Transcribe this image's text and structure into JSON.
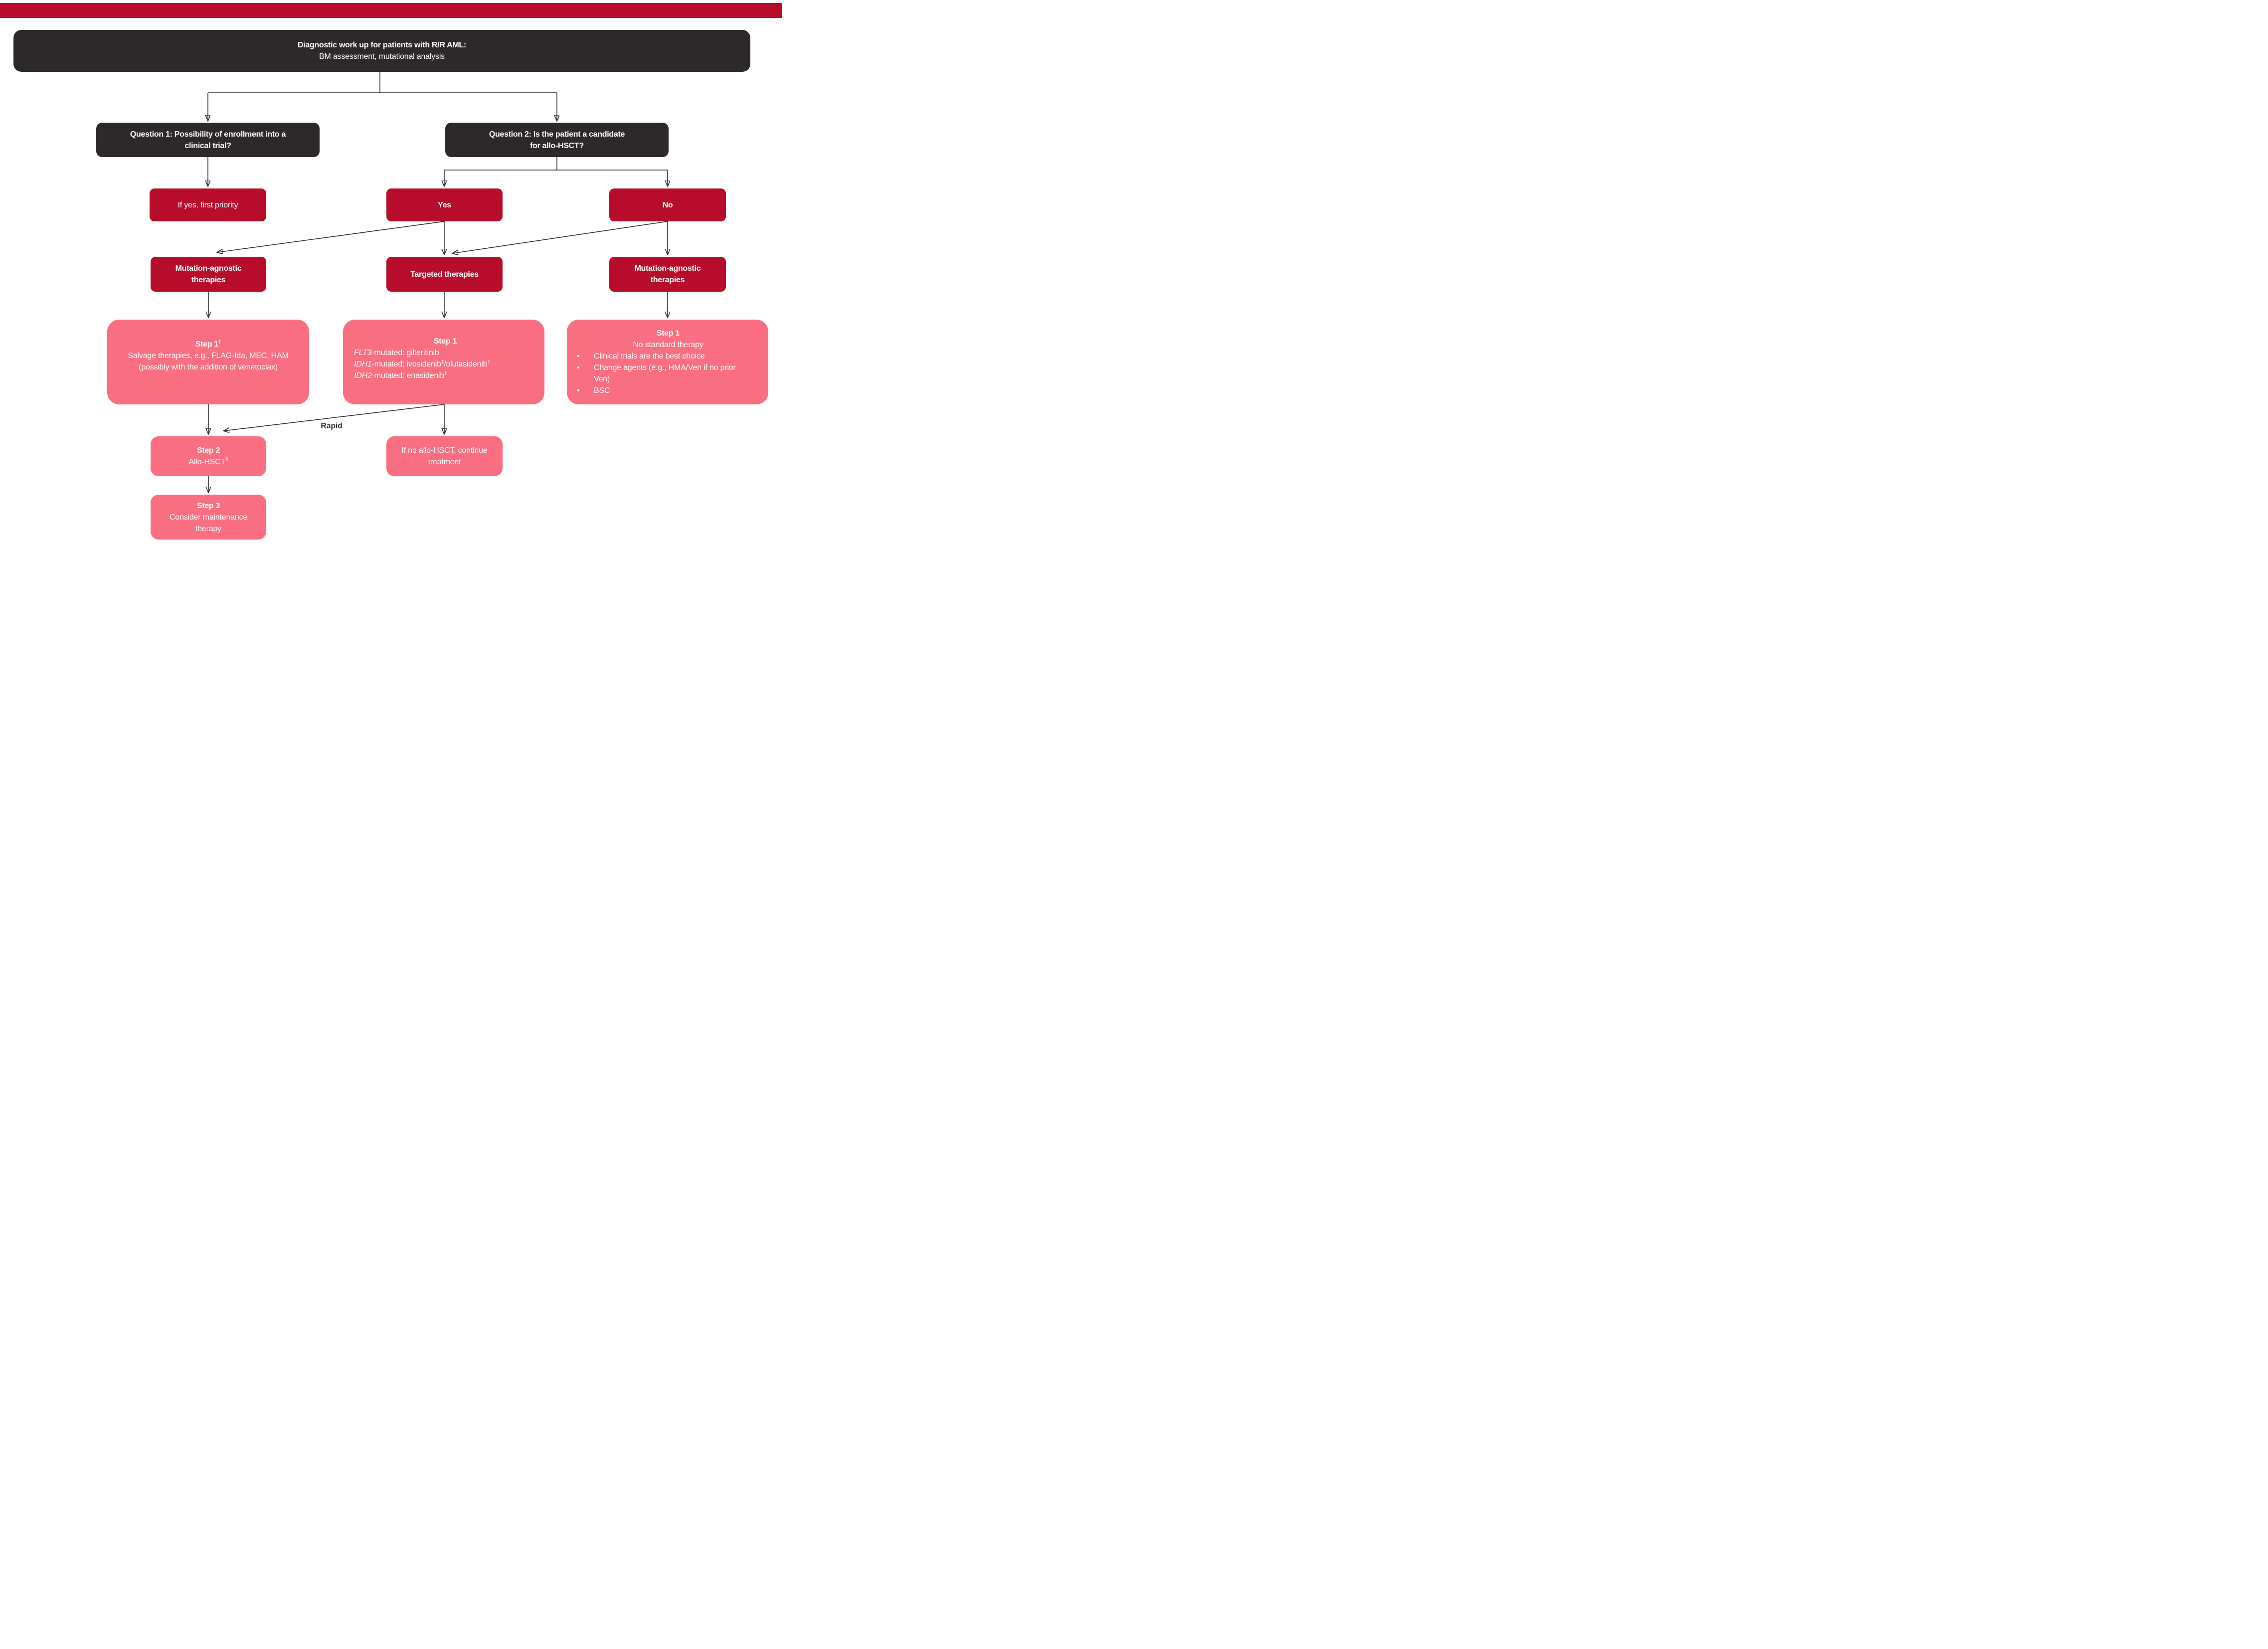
{
  "colors": {
    "crimson": "#B70D2B",
    "pink": "#F96E80",
    "dark": "#2D2829",
    "arrow": "#2F2F2F",
    "text_light": "#FFFFFF"
  },
  "header": {
    "title": "Diagnostic work up for patients with R/R AML:",
    "subtitle": "BM assessment, mutational analysis"
  },
  "question1": {
    "text_html": "Question 1: Possibility of enrollment into a<br>clinical trial?"
  },
  "question2": {
    "text_html": "Question 2: Is the patient a candidate<br>for allo-HSCT?"
  },
  "decision": {
    "if_yes": "If yes, first priority",
    "yes": "Yes",
    "no": "No"
  },
  "branches": {
    "mutation_agnostic_left_html": "Mutation-agnostic<br>therapies",
    "targeted": "Targeted therapies",
    "mutation_agnostic_right_html": "Mutation-agnostic<br>therapies"
  },
  "step1_left": {
    "title_html": "Step 1<sup>†</sup>",
    "body_html": "Salvage therapies, e.g., FLAG-Ida, MEC, HAM<br>(possibly with the addition of venetoclax)"
  },
  "step1_center": {
    "title": "Step 1",
    "lines_html": [
      "<i>FLT3</i>-mutated: gilteritinib",
      "<i>IDH1</i>-mutated: ivosidenib<sup>‡</sup>/olutasidenib<sup>‡</sup>",
      "<i>IDH2</i>-mutated: enasidenib<sup>‡</sup>"
    ]
  },
  "step1_right": {
    "title": "Step 1",
    "subtitle": "No standard therapy",
    "bullets": [
      "Clinical trials are the best choice",
      "Change agents (e.g., HMA/Ven if no prior Ven)",
      "BSC"
    ]
  },
  "rapid_label": "Rapid",
  "step2": {
    "title": "Step 2",
    "body_html": "Allo-HSCT<sup>§</sup>"
  },
  "continue_box": {
    "text": "If no allo-HSCT, continue treatment"
  },
  "step3": {
    "title": "Step 3",
    "body": "Consider maintenance therapy"
  }
}
